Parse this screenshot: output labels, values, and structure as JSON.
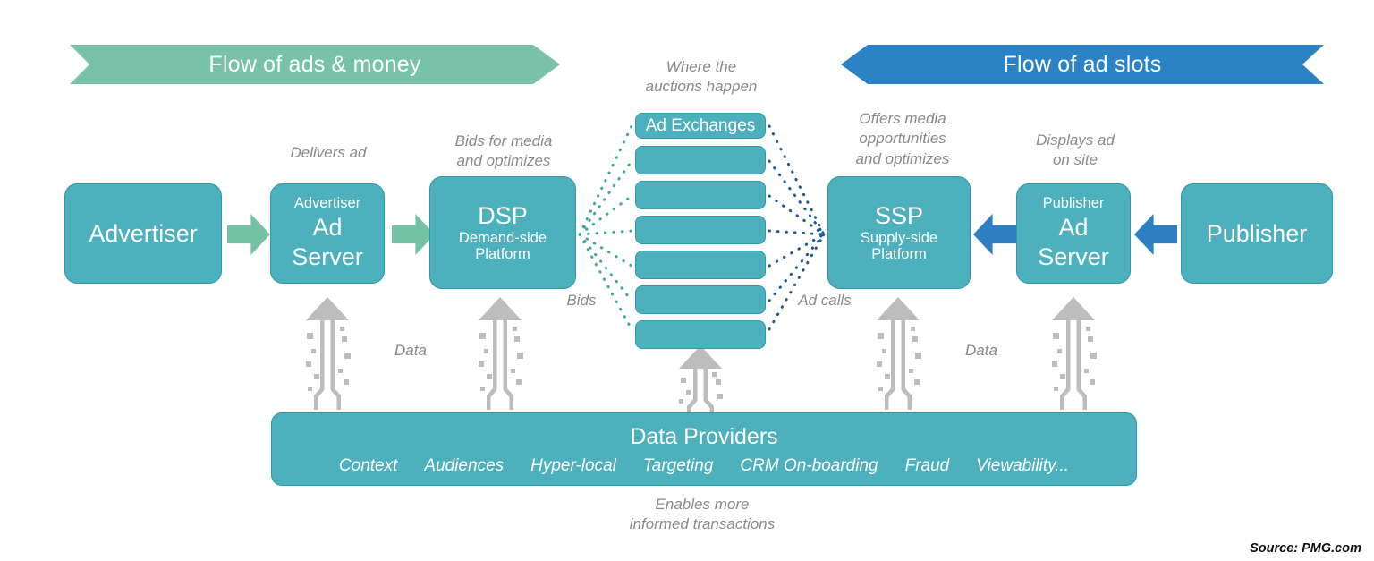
{
  "banners": {
    "left": "Flow of ads & money",
    "right": "Flow of ad slots"
  },
  "nodes": {
    "advertiser": {
      "title": "Advertiser"
    },
    "advertiser_ad_server": {
      "top": "Advertiser",
      "line1": "Ad",
      "line2": "Server"
    },
    "dsp": {
      "title": "DSP",
      "sub1": "Demand-side",
      "sub2": "Platform"
    },
    "ssp": {
      "title": "SSP",
      "sub1": "Supply-side",
      "sub2": "Platform"
    },
    "publisher_ad_server": {
      "top": "Publisher",
      "line1": "Ad",
      "line2": "Server"
    },
    "publisher": {
      "title": "Publisher"
    }
  },
  "exchanges": {
    "title": "Ad Exchanges",
    "blank_bar_count": 6
  },
  "data_providers": {
    "title": "Data Providers",
    "items": [
      "Context",
      "Audiences",
      "Hyper-local",
      "Targeting",
      "CRM On-boarding",
      "Fraud",
      "Viewability..."
    ]
  },
  "notes": {
    "delivers_ad": "Delivers ad",
    "bids_for_media": "Bids for media\nand optimizes",
    "where_auctions": "Where the\nauctions happen",
    "offers_media": "Offers media\nopportunities\nand  optimizes",
    "displays_ad": "Displays ad\non site",
    "bids": "Bids",
    "ad_calls": "Ad calls",
    "data_left": "Data",
    "data_right": "Data",
    "enables": "Enables more\ninformed transactions"
  },
  "source": "Source: PMG.com",
  "colors": {
    "teal": "#4cb0bd",
    "teal_border": "#2f99a8",
    "green": "#74c1a4",
    "green_banner": "#78c2a9",
    "blue": "#2b7fc2",
    "blue_banner": "#2b82c4",
    "note_grey": "#8a8a8a",
    "icon_grey": "#b9b9b9"
  }
}
